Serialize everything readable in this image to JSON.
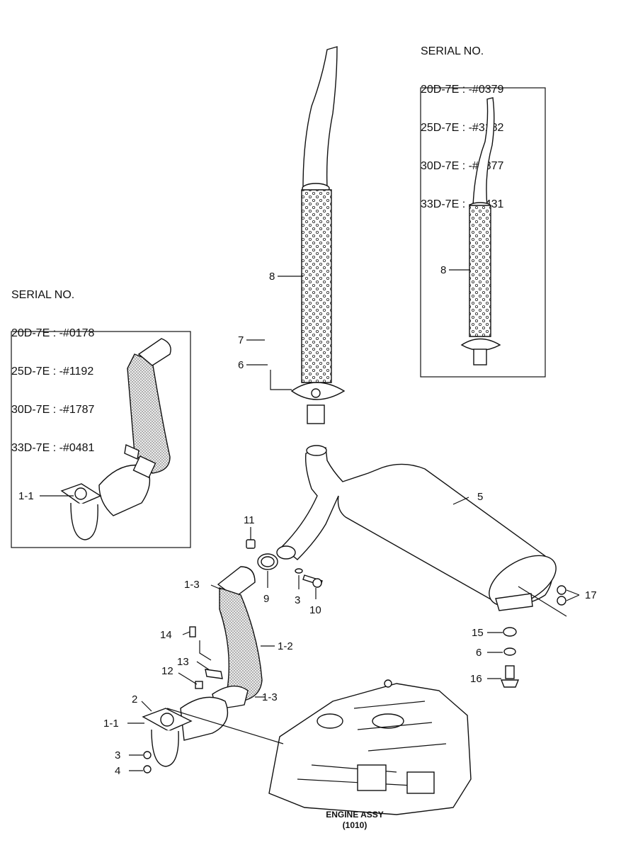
{
  "serial_left": {
    "heading": "SERIAL NO.",
    "lines": [
      "20D-7E : -#0178",
      "25D-7E : -#1192",
      "30D-7E : -#1787",
      "33D-7E : -#0481"
    ]
  },
  "serial_right": {
    "heading": "SERIAL NO.",
    "lines": [
      "20D-7E : -#0379",
      "25D-7E : -#3182",
      "30D-7E : -#4877",
      "33D-7E : -#1431"
    ]
  },
  "callouts": {
    "c_1_1_inset": "1-1",
    "c_8_main": "8",
    "c_8_inset": "8",
    "c_7": "7",
    "c_6_top": "6",
    "c_5": "5",
    "c_11": "11",
    "c_1_3_top": "1-3",
    "c_9": "9",
    "c_3_mid": "3",
    "c_10": "10",
    "c_17": "17",
    "c_14": "14",
    "c_1_2": "1-2",
    "c_13": "13",
    "c_12": "12",
    "c_1_3_bottom": "1-3",
    "c_2": "2",
    "c_1_1_main": "1-1",
    "c_3_bottom": "3",
    "c_4": "4",
    "c_15": "15",
    "c_6_right": "6",
    "c_16": "16"
  },
  "engine": {
    "title": "ENGINE ASSY",
    "code": "(1010)"
  }
}
